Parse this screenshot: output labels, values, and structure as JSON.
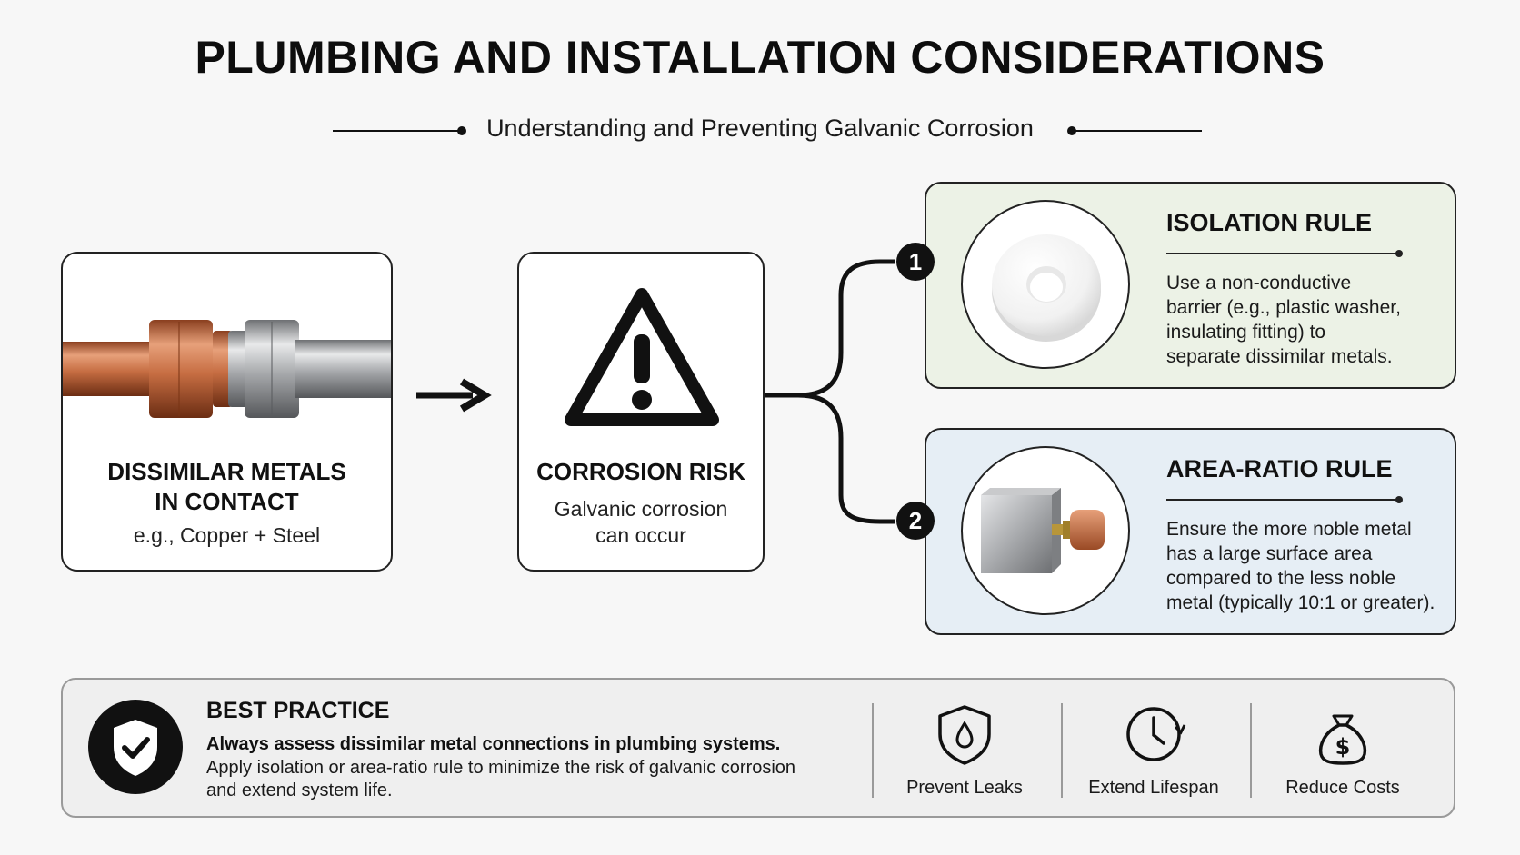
{
  "header": {
    "title": "PLUMBING AND INSTALLATION CONSIDERATIONS",
    "subtitle": "Understanding and Preventing Galvanic Corrosion"
  },
  "metals_card": {
    "title_line1": "DISSIMILAR METALS",
    "title_line2": "IN CONTACT",
    "example": "e.g., Copper + Steel",
    "colors": {
      "copper": "#c8734a",
      "steel": "#a9abae"
    }
  },
  "risk_card": {
    "icon": "warning-icon",
    "title": "CORROSION RISK",
    "text_line1": "Galvanic corrosion",
    "text_line2": "can occur"
  },
  "rules": [
    {
      "number": "1",
      "title": "ISOLATION RULE",
      "icon": "washer-icon",
      "background": "#ecf2e6",
      "lines": [
        "Use a non-conductive",
        "barrier (e.g., plastic washer,",
        "insulating fitting) to",
        "separate dissimilar metals."
      ]
    },
    {
      "number": "2",
      "title": "AREA-RATIO RULE",
      "icon": "metal-block-icon",
      "background": "#e6eef5",
      "lines": [
        "Ensure the more noble metal",
        "has a large surface area",
        "compared to the less noble",
        "metal (typically 10:1 or greater)."
      ]
    }
  ],
  "best_practice": {
    "icon": "shield-check-icon",
    "title": "BEST PRACTICE",
    "strong": "Always assess dissimilar metal connections in plumbing systems.",
    "text_line1": "Apply isolation or area-ratio rule to minimize the risk of galvanic corrosion",
    "text_line2": "and extend system life.",
    "benefits": [
      {
        "icon": "shield-drop-icon",
        "label": "Prevent Leaks"
      },
      {
        "icon": "clock-icon",
        "label": "Extend Lifespan"
      },
      {
        "icon": "money-bag-icon",
        "label": "Reduce Costs"
      }
    ]
  }
}
